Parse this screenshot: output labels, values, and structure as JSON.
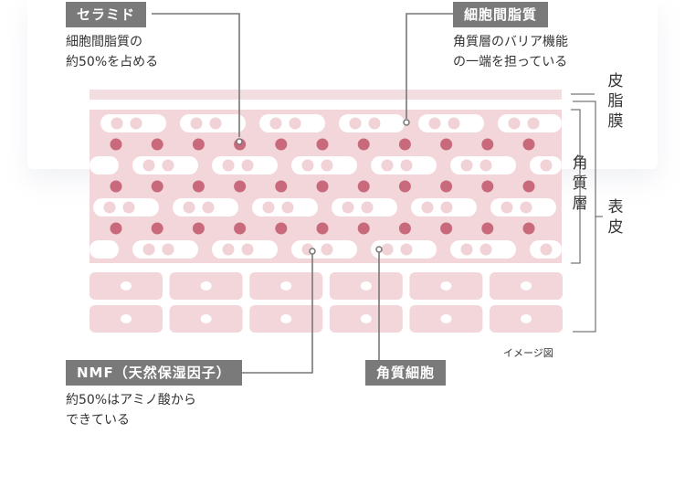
{
  "callouts": {
    "ceramide": {
      "label": "セラミド",
      "desc_lines": [
        "細胞間脂質の",
        "約50%を占める"
      ]
    },
    "intercellular_lipid": {
      "label": "細胞間脂質",
      "desc_lines": [
        "角質層のバリア機能",
        "の一端を担っている"
      ]
    },
    "nmf": {
      "label": "NMF（天然保湿因子）",
      "desc_lines": [
        "約50%はアミノ酸から",
        "できている"
      ]
    },
    "corneocyte": {
      "label": "角質細胞"
    }
  },
  "layer_labels": {
    "sebum_film": [
      "皮",
      "脂",
      "膜"
    ],
    "stratum_corneum": [
      "角",
      "質",
      "層"
    ],
    "epidermis": [
      "表",
      "皮"
    ]
  },
  "image_note": "イメージ図",
  "colors": {
    "skin_pink": "#f3d6da",
    "top_band": "#f2dde0",
    "lipid_dot": "#c86a7c",
    "nmf_dot": "#f0d2d7",
    "tag_gray": "#7a7a7a",
    "line_gray": "#777777"
  }
}
